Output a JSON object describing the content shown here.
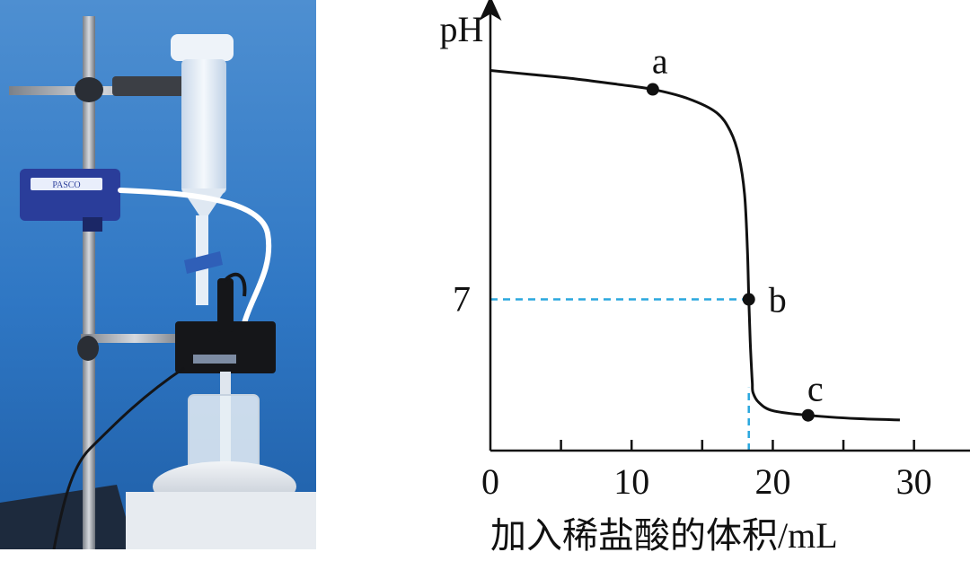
{
  "photo": {
    "background_color": "#3f83c9",
    "sensor_brand": "PASCO",
    "tube_color": "#ffffff"
  },
  "chart_data": {
    "type": "line",
    "title": "",
    "xlabel": "加入稀盐酸的体积/mL",
    "ylabel": "pH",
    "x_ticks": [
      0,
      10,
      20,
      30
    ],
    "x_minor_ticks": [
      5,
      15,
      25
    ],
    "y_ticks": [
      7
    ],
    "xlim": [
      0,
      36
    ],
    "ylim": [
      3.4,
      13.7
    ],
    "grid": false,
    "legend": "none",
    "series": [
      {
        "x": [
          0,
          3,
          6,
          9,
          11.5,
          14,
          16,
          17,
          17.6,
          18,
          18.2,
          18.3,
          18.4,
          18.5,
          18.55,
          18.6,
          19,
          20,
          22.5,
          26,
          29
        ],
        "y": [
          12.45,
          12.35,
          12.25,
          12.12,
          12.0,
          11.78,
          11.45,
          11.0,
          10.4,
          9.5,
          8.2,
          7.0,
          6.0,
          5.3,
          5.0,
          4.78,
          4.55,
          4.35,
          4.24,
          4.16,
          4.13
        ],
        "color": "#111111"
      }
    ],
    "points": [
      {
        "label": "a",
        "x": 11.5,
        "y": 12.0
      },
      {
        "label": "b",
        "x": 18.3,
        "y": 7.0
      },
      {
        "label": "c",
        "x": 22.5,
        "y": 4.24
      }
    ],
    "reference_lines": {
      "color": "#2aa7de",
      "horizontal_at_y": 7,
      "vertical_at_x": 18.3
    }
  }
}
